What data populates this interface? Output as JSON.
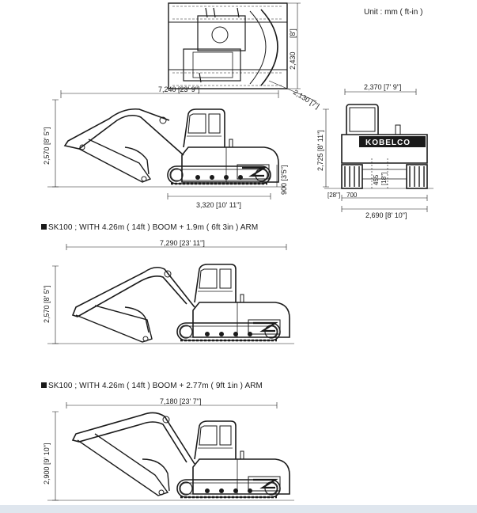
{
  "unit_label": "Unit : mm ( ft-in )",
  "top_views": {
    "dim_track_length": "7,240",
    "dim_track_length_ft": "[23' 9\"]",
    "dim_height": "2,570",
    "dim_height_ft": "[8' 5\"]",
    "dim_tail": "3,320",
    "dim_tail_ft": "[10' 11\"]",
    "dim_clearance": "900",
    "dim_clearance_ft": "[3'5\"]",
    "dim_width_top": "2,430",
    "dim_width_top_ft": "[8']",
    "dim_swing": "2,130",
    "dim_swing_ft": "[7']",
    "front_width": "2,370",
    "front_width_ft": "[7' 9\"]",
    "front_height": "2,725",
    "front_height_ft": "[8' 11\"]",
    "front_ground": "455",
    "front_ground_ft": "[18\"]",
    "front_shoe": "700",
    "front_shoe_ft": "[28\"]",
    "front_track_width": "2,690",
    "front_track_width_ft": "[8' 10\"]",
    "brand": "KOBELCO"
  },
  "side_view_2": {
    "caption": "SK100 ; WITH  4.26m ( 14ft ) BOOM  +  1.9m ( 6ft 3in ) ARM",
    "dim_length": "7,290",
    "dim_length_ft": "[23' 11\"]",
    "dim_height": "2,570",
    "dim_height_ft": "[8' 5\"]"
  },
  "side_view_3": {
    "caption": "SK100 ; WITH  4.26m ( 14ft ) BOOM  +  2.77m ( 9ft 1in ) ARM",
    "dim_length": "7,180",
    "dim_length_ft": "[23' 7\"]",
    "dim_height": "2,900",
    "dim_height_ft": "[9' 10\"]"
  }
}
